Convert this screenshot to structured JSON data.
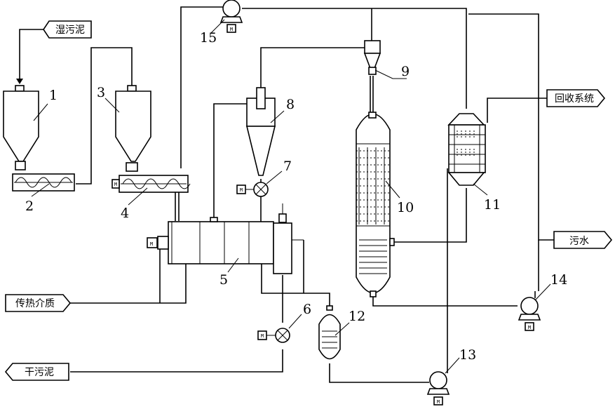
{
  "labels": {
    "wet_sludge": "湿污泥",
    "recovery_system": "回收系统",
    "sewage": "污水",
    "heat_medium": "传热介质",
    "dry_sludge": "干污泥"
  },
  "motor_symbol": "M",
  "numbers": [
    "1",
    "2",
    "3",
    "4",
    "5",
    "6",
    "7",
    "8",
    "9",
    "10",
    "11",
    "12",
    "13",
    "14",
    "15"
  ]
}
